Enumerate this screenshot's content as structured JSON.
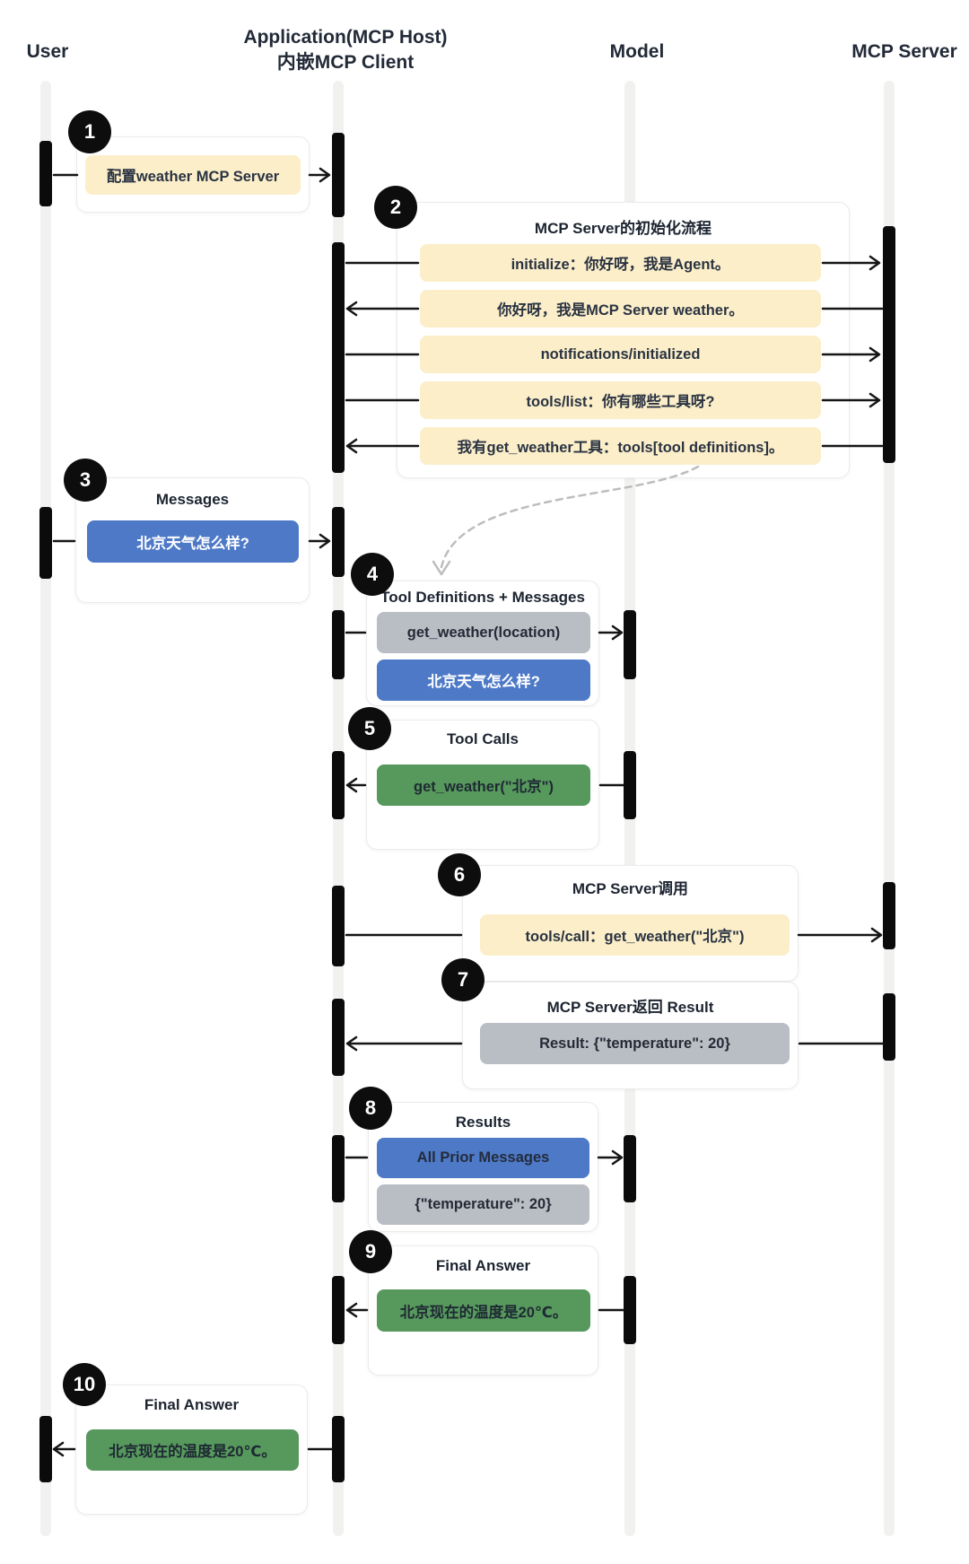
{
  "lanes": [
    {
      "id": "user",
      "label": "User"
    },
    {
      "id": "app",
      "label": "Application(MCP Host)",
      "sublabel": "内嵌MCP Client"
    },
    {
      "id": "model",
      "label": "Model"
    },
    {
      "id": "mcp_server",
      "label": "MCP Server"
    }
  ],
  "steps": [
    {
      "num": "1",
      "title": "",
      "messages": [
        {
          "text": "配置weather MCP Server",
          "color": "yellow"
        }
      ]
    },
    {
      "num": "2",
      "title": "MCP Server的初始化流程",
      "messages": [
        {
          "text": "initialize：你好呀，我是Agent。",
          "color": "yellow",
          "direction": "to-mcp-server"
        },
        {
          "text": "你好呀，我是MCP Server weather。",
          "color": "yellow",
          "direction": "to-app"
        },
        {
          "text": "notifications/initialized",
          "color": "yellow",
          "direction": "to-mcp-server"
        },
        {
          "text": "tools/list：你有哪些工具呀?",
          "color": "yellow",
          "direction": "to-mcp-server"
        },
        {
          "text": "我有get_weather工具：tools[tool definitions]。",
          "color": "yellow",
          "direction": "to-app"
        }
      ]
    },
    {
      "num": "3",
      "title": "Messages",
      "messages": [
        {
          "text": "北京天气怎么样?",
          "color": "blue"
        }
      ]
    },
    {
      "num": "4",
      "title": "Tool Definitions + Messages",
      "messages": [
        {
          "text": "get_weather(location)",
          "color": "gray"
        },
        {
          "text": "北京天气怎么样?",
          "color": "blue"
        }
      ]
    },
    {
      "num": "5",
      "title": "Tool Calls",
      "messages": [
        {
          "text": "get_weather(\"北京\")",
          "color": "green"
        }
      ]
    },
    {
      "num": "6",
      "title": "MCP Server调用",
      "messages": [
        {
          "text": "tools/call：get_weather(\"北京\")",
          "color": "yellow"
        }
      ]
    },
    {
      "num": "7",
      "title": "MCP Server返回 Result",
      "messages": [
        {
          "text": "Result: {\"temperature\": 20}",
          "color": "gray"
        }
      ]
    },
    {
      "num": "8",
      "title": "Results",
      "messages": [
        {
          "text": "All Prior Messages",
          "color": "blue"
        },
        {
          "text": "{\"temperature\": 20}",
          "color": "gray"
        }
      ]
    },
    {
      "num": "9",
      "title": "Final Answer",
      "messages": [
        {
          "text": "北京现在的温度是20℃。",
          "color": "green"
        }
      ]
    },
    {
      "num": "10",
      "title": "Final Answer",
      "messages": [
        {
          "text": "北京现在的温度是20℃。",
          "color": "green"
        }
      ]
    }
  ],
  "colors": {
    "pill_yellow": "#fbeec9",
    "pill_blue": "#4e79c7",
    "pill_green": "#57995d",
    "pill_gray": "#b9bdc4",
    "activation_bar": "#0b0b0b",
    "lifeline": "#f1f1f0"
  }
}
